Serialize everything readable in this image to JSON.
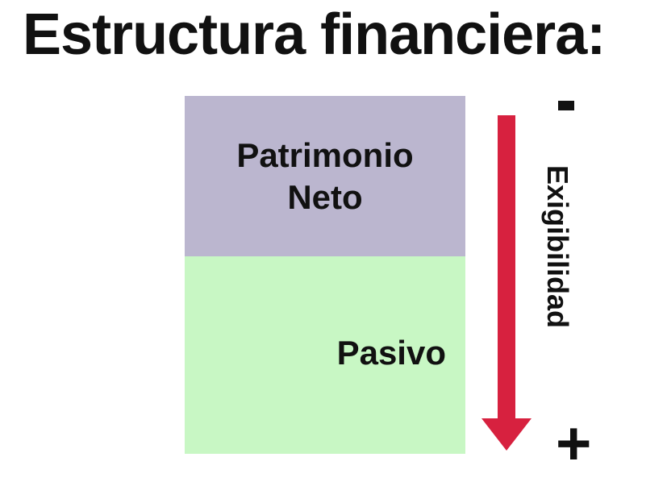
{
  "title": "Estructura financiera:",
  "blocks": {
    "patrimonio_neto": "Patrimonio\nNeto",
    "pasivo": "Pasivo"
  },
  "axis": {
    "label": "Exigibilidad",
    "top": "-",
    "bottom": "+",
    "arrow_color": "#d7213f"
  },
  "colors": {
    "patrimonio_neto": "#bbb6cf",
    "pasivo": "#c8f7c4"
  }
}
